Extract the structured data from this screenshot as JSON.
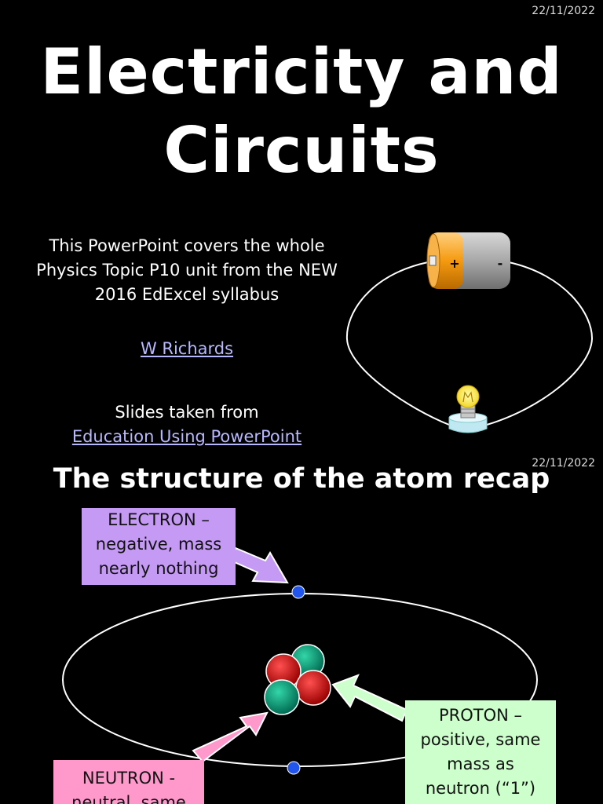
{
  "slide1": {
    "date": "22/11/2022",
    "title_line1": "Electricity and",
    "title_line2": "Circuits",
    "desc_line1": "This PowerPoint covers the whole",
    "desc_line2": "Physics Topic P10 unit from the NEW",
    "desc_line3": "2016 EdExcel syllabus",
    "author_link": "W Richards",
    "taken_from": "Slides taken from",
    "edu_link": "Education Using PowerPoint",
    "battery_plus": "+",
    "battery_minus": "-"
  },
  "slide2": {
    "date": "22/11/2022",
    "title": "The structure of the atom recap",
    "electron_l1": "ELECTRON –",
    "electron_l2": "negative, mass",
    "electron_l3": "nearly nothing",
    "proton_l1": "PROTON –",
    "proton_l2": "positive, same",
    "proton_l3": "mass as",
    "proton_l4": "neutron (“1”)",
    "neutron_l1": "NEUTRON -",
    "neutron_l2": "neutral, same"
  },
  "colors": {
    "electron_box": "#c59af5",
    "proton_box": "#ccffcc",
    "neutron_box": "#ff99cc",
    "electron_dot": "#2255ee",
    "proton": "#cc0000",
    "neutron": "#00997a",
    "link": "#b8b8ff"
  }
}
